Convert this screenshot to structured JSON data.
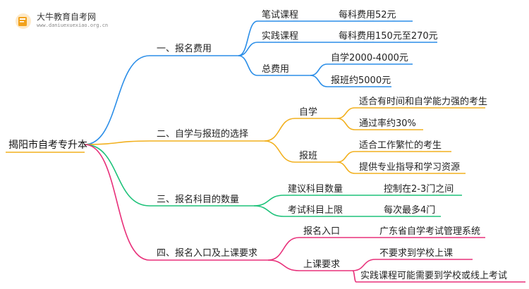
{
  "logo": {
    "title": "大牛教育自考网",
    "url": "www.daniuexuexiao.org.cn"
  },
  "root": {
    "label": "揭阳市自考专升本"
  },
  "branches": [
    {
      "label": "一、报名费用",
      "color": "#2b8ee8",
      "children": [
        {
          "label": "笔试课程",
          "children": [
            {
              "label": "每科费用52元"
            }
          ]
        },
        {
          "label": "实践课程",
          "children": [
            {
              "label": "每科费用150元至270元"
            }
          ]
        },
        {
          "label": "总费用",
          "children": [
            {
              "label": "自学2000-4000元"
            },
            {
              "label": "报班约5000元"
            }
          ]
        }
      ]
    },
    {
      "label": "二、自学与报班的选择",
      "color": "#f2b01e",
      "children": [
        {
          "label": "自学",
          "children": [
            {
              "label": "适合有时间和自学能力强的考生"
            },
            {
              "label": "通过率约30%"
            }
          ]
        },
        {
          "label": "报班",
          "children": [
            {
              "label": "适合工作繁忙的考生"
            },
            {
              "label": "提供专业指导和学习资源"
            }
          ]
        }
      ]
    },
    {
      "label": "三、报名科目的数量",
      "color": "#1ec27a",
      "children": [
        {
          "label": "建议科目数量",
          "children": [
            {
              "label": "控制在2-3门之间"
            }
          ]
        },
        {
          "label": "考试科目上限",
          "children": [
            {
              "label": "每次最多4门"
            }
          ]
        }
      ]
    },
    {
      "label": "四、报名入口及上课要求",
      "color": "#e8307a",
      "children": [
        {
          "label": "报名入口",
          "children": [
            {
              "label": "广东省自学考试管理系统"
            }
          ]
        },
        {
          "label": "上课要求",
          "children": [
            {
              "label": "不要求到学校上课"
            },
            {
              "label": "实践课程可能需要到学校或线上考试"
            }
          ]
        }
      ]
    }
  ]
}
